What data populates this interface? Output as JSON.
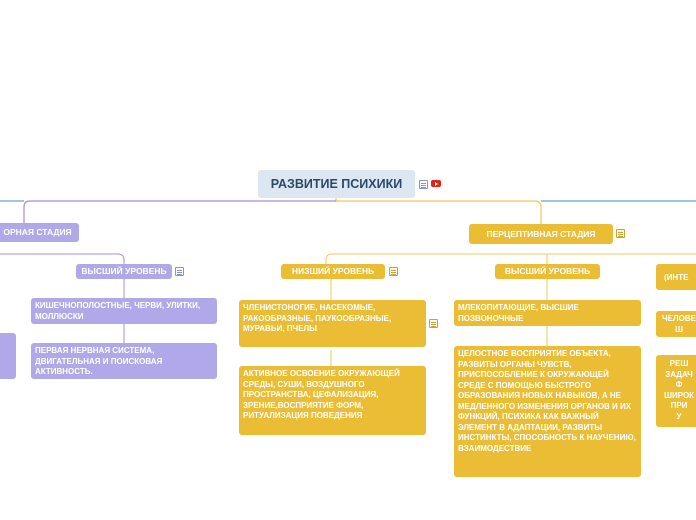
{
  "root": {
    "label": "РАЗВИТИЕ ПСИХИКИ"
  },
  "left_branch": {
    "stage_label": "ОРНАЯ СТАДИЯ",
    "higher_level": {
      "label": "ВЫСШИЙ УРОВЕНЬ",
      "items": [
        "КИШЕЧНОПОЛОСТНЫЕ, ЧЕРВИ, УЛИТКИ, МОЛЛЮСКИ",
        "ПЕРВАЯ НЕРВНАЯ СИСТЕМА, ДВИГАТЕЛЬНАЯ И ПОИСКОВАЯ АКТИВНОСТЬ."
      ]
    }
  },
  "perceptual_stage": {
    "label": "ПЕРЦЕПТИВНАЯ СТАДИЯ",
    "lower_level": {
      "label": "НИЗШИЙ УРОВЕНЬ",
      "items": [
        "ЧЛЕНИСТОНОГИЕ, НАСЕКОМЫЕ, РАКООБРАЗНЫЕ, ПАУКООБРАЗНЫЕ, МУРАВЬИ, ПЧЕЛЫ",
        "АКТИВНОЕ ОСВОЕНИЕ ОКРУЖАЮЩЕЙ СРЕДЫ, СУШИ, ВОЗДУШНОГО ПРОСТРАНСТВА, ЦЕФАЛИЗАЦИЯ, ЗРЕНИЕ,ВОСПРИЯТИЕ ФОРМ, РИТУАЛИЗАЦИЯ ПОВЕДЕНИЯ"
      ]
    },
    "higher_level": {
      "label": "ВЫСШИЙ УРОВЕНЬ",
      "items": [
        "МЛЕКОПИТАЮЩИЕ, ВЫСШИЕ ПОЗВОНОЧНЫЕ",
        "ЦЕЛОСТНОЕ ВОСПРИЯТИЕ ОБЪЕКТА, РАЗВИТЫ ОРГАНЫ ЧУВСТВ, ПРИСПОСОБЛЕНИЕ К ОКРУЖАЮЩЕЙ СРЕДЕ С ПОМОЩЬЮ БЫСТРОГО ОБРАЗОВАНИЯ НОВЫХ НАВЫКОВ, А НЕ МЕДЛЕННОГО ИЗМЕНЕНИЯ ОРГАНОВ И ИХ ФУНКЦИЙ, ПСИХИКА КАК ВАЖНЫЙ ЭЛЕМЕНТ В АДАПТАЦИИ, РАЗВИТЫ ИНСТИНКТЫ, СПОСОБНОСТЬ К НАУЧЕНИЮ, ВЗАИМОДЕСТВИЕ"
      ]
    }
  },
  "right_partial": {
    "level_label": "(ИНТЕ",
    "item1_line1": "ЧЕЛОВЕ",
    "item1_line2": "Ш",
    "item2_lines": [
      "РЕШ",
      "ЗАДАЧ",
      "Ф",
      "ШИРОК",
      "ПРИ",
      "У"
    ]
  },
  "colors": {
    "root_bg": "#dde7f1",
    "purple": "#b0a8e8",
    "gold": "#ebbd35",
    "connector_blue": "#4a86c8",
    "connector_purple": "#a48ce0",
    "connector_gold": "#f0c85a"
  },
  "icons": [
    "notes-icon",
    "youtube-icon"
  ]
}
